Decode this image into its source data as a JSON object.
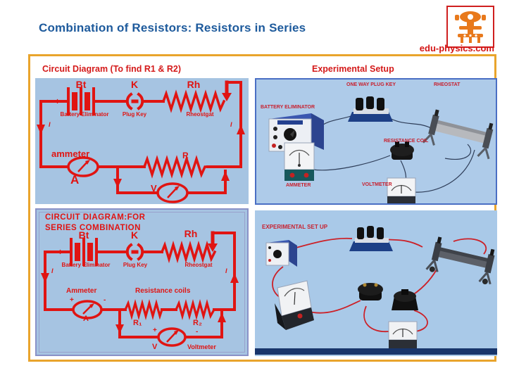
{
  "title": "Combination of Resistors: Resistors in Series",
  "logo": {
    "text": "edu-physics.com"
  },
  "headers": {
    "left": "Circuit Diagram (To find R1 & R2)",
    "right": "Experimental Setup"
  },
  "circuit1": {
    "battery_symbol": "Bt",
    "key_symbol": "K",
    "rheostat_symbol": "Rh",
    "plus": "+",
    "minus": "-",
    "battery_label": "Battery Eliminator",
    "key_label": "Plug Key",
    "rheostat_label": "Rheostgat",
    "current_left": "I",
    "current_right": "I",
    "ammeter_label": "ammeter",
    "ammeter_letter": "A",
    "resistor_label": "R",
    "voltmeter_letter": "V"
  },
  "circuit2": {
    "title_line1": "CIRCUIT DIAGRAM:FOR",
    "title_line2": "SERIES COMBINATION",
    "battery_symbol": "Bt",
    "key_symbol": "K",
    "rheostat_symbol": "Rh",
    "plus": "+",
    "minus": "-",
    "battery_label": "Battery Eliminator",
    "key_label": "Plug Key",
    "rheostat_label": "Rheostgat",
    "current_left": "I",
    "current_right": "I",
    "ammeter_label": "Ammeter",
    "resistance_coils_label": "Resistance coils",
    "ammeter_plus": "+",
    "ammeter_minus": "-",
    "ammeter_letter": "A",
    "resistor1_label": "R₁",
    "resistor2_label": "R₂",
    "voltmeter_plus": "+",
    "voltmeter_minus": "-",
    "voltmeter_letter": "V",
    "voltmeter_label": "Voltmeter"
  },
  "photo1": {
    "battery_label": "BATTERY ELIMINATOR",
    "plug_key_label": "ONE WAY PLUG KEY",
    "rheostat_label": "RHEOSTAT",
    "resistance_coil_label": "RESISTANCE COIL",
    "ammeter_label": "AMMETER",
    "voltmeter_label": "VOLTMETER"
  },
  "photo2": {
    "title": "EXPERIMENTAL SET UP"
  },
  "colors": {
    "circuit_red": "#e01412",
    "title_blue": "#1d5a9c",
    "frame_orange": "#e9a42c",
    "panel_blue": "#a6c4e2",
    "photo_blue": "#aecbe9",
    "navy_bar": "#18356b"
  }
}
